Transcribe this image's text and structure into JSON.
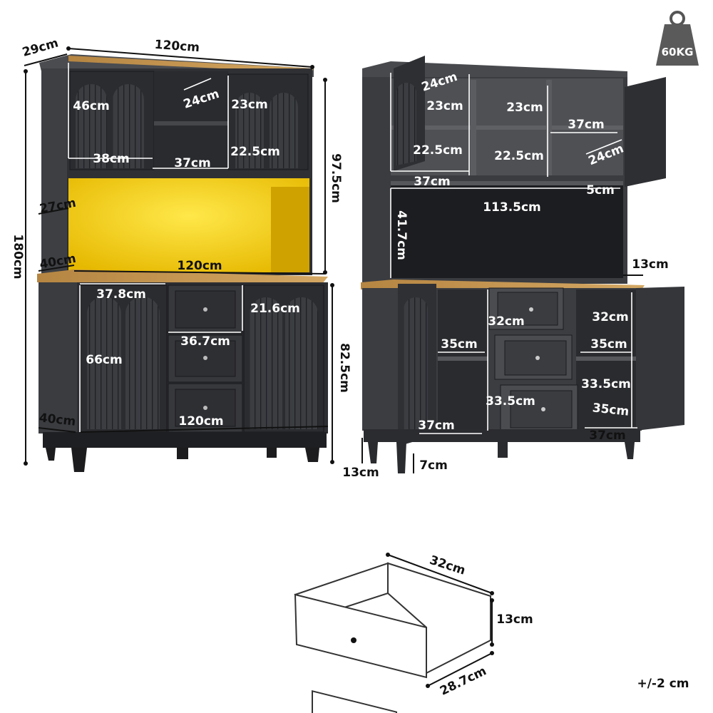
{
  "weight_badge": {
    "label": "60KG"
  },
  "tolerance": "+/-2 cm",
  "front_view": {
    "overall_width": "120cm",
    "top_depth": "29cm",
    "overall_height": "180cm",
    "hutch_height": "97.5cm",
    "base_height": "82.5cm",
    "upper_door_height": "46cm",
    "upper_door_width": "38cm",
    "upper_open_width": "37cm",
    "upper_open_depth": "24cm",
    "upper_right_height": "23cm",
    "upper_right_lower_height": "22.5cm",
    "light_depth": "27cm",
    "counter_depth": "40cm",
    "counter_width": "120cm",
    "lower_door_width": "37.8cm",
    "drawer_height": "21.6cm",
    "drawer_width": "36.7cm",
    "lower_door_height": "66cm",
    "base_depth": "40cm",
    "base_width": "120cm"
  },
  "open_view": {
    "upper_depth": "24cm",
    "upper_left_top": "23cm",
    "upper_mid_top": "23cm",
    "upper_right_width": "37cm",
    "upper_right_depth": "24cm",
    "upper_left_bottom": "22.5cm",
    "upper_mid_bottom": "22.5cm",
    "upper_left_width": "37cm",
    "gap": "5cm",
    "middle_width": "113.5cm",
    "middle_height": "41.7cm",
    "side_offset": "13cm",
    "drawer_left_height": "32cm",
    "right_top_height": "32cm",
    "left_shelf_depth": "35cm",
    "right_shelf_depth": "35cm",
    "right_bottom_height": "33.5cm",
    "drawer_bottom_height": "33.5cm",
    "right_bottom_depth": "35cm",
    "left_bottom_width": "37cm",
    "right_bottom_width": "37cm",
    "leg_height": "13cm",
    "leg_width": "7cm"
  },
  "drawer_detail": {
    "width": "32cm",
    "height": "13cm",
    "depth": "28.7cm"
  }
}
